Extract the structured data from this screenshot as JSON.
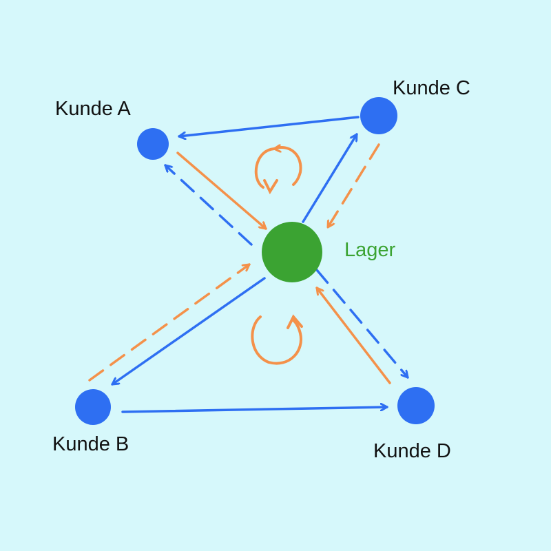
{
  "diagram": {
    "nodes": {
      "kunde_a": {
        "label": "Kunde A"
      },
      "kunde_b": {
        "label": "Kunde B"
      },
      "kunde_c": {
        "label": "Kunde C"
      },
      "kunde_d": {
        "label": "Kunde D"
      },
      "lager": {
        "label": "Lager"
      }
    },
    "colors": {
      "background": "#d6f8fb",
      "customer_node": "#2e6ff2",
      "depot_node": "#3ba332",
      "depot_label": "#3ba332",
      "route_blue": "#2e6ff2",
      "route_orange": "#f4914a",
      "text": "#111111"
    },
    "edges": [
      {
        "from": "kunde_c",
        "to": "kunde_a",
        "color": "blue",
        "style": "solid"
      },
      {
        "from": "kunde_a",
        "to": "lager",
        "color": "orange",
        "style": "solid"
      },
      {
        "from": "lager",
        "to": "kunde_a",
        "color": "blue",
        "style": "dashed"
      },
      {
        "from": "lager",
        "to": "kunde_c",
        "color": "blue",
        "style": "solid"
      },
      {
        "from": "kunde_c",
        "to": "lager",
        "color": "orange",
        "style": "dashed"
      },
      {
        "from": "lager",
        "to": "kunde_b",
        "color": "blue",
        "style": "solid"
      },
      {
        "from": "kunde_b",
        "to": "lager",
        "color": "orange",
        "style": "dashed"
      },
      {
        "from": "kunde_b",
        "to": "kunde_d",
        "color": "blue",
        "style": "solid"
      },
      {
        "from": "lager",
        "to": "kunde_d",
        "color": "blue",
        "style": "dashed"
      },
      {
        "from": "kunde_d",
        "to": "lager",
        "color": "orange",
        "style": "solid"
      }
    ],
    "loops": [
      {
        "name": "loop-upper",
        "color": "orange"
      },
      {
        "name": "loop-lower",
        "color": "orange"
      }
    ]
  }
}
